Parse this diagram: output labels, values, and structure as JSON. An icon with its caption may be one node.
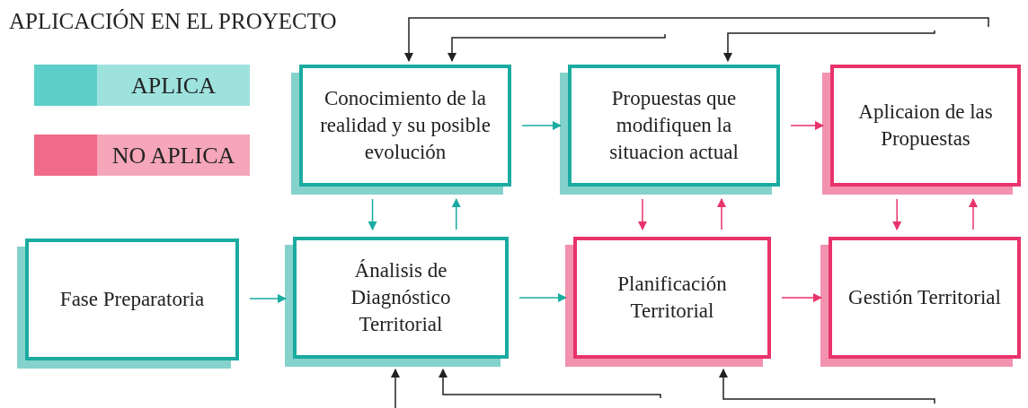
{
  "diagram": {
    "title": "APLICACIÓN EN EL PROYECTO",
    "nodes": [
      {
        "text": [
          "Conocimiento de la realidad y su posible evolución"
        ]
      },
      {
        "text": [
          "Propuestas que modifiquen la situacion actual"
        ]
      },
      {
        "text": [
          "Aplicaion de las Propuestas"
        ]
      },
      {
        "text": [
          "Fase Preparatoria"
        ]
      },
      {
        "text": [
          "Ánalisis de Diagnóstico Territorial"
        ]
      },
      {
        "text": [
          "Planificación Territorial"
        ]
      },
      {
        "text": [
          "Gestión Territorial"
        ]
      }
    ],
    "edges": [
      {
        "from": null,
        "to": 0,
        "arrow": "to",
        "color": "#222222"
      },
      {
        "from": null,
        "to": 0,
        "arrow": "to",
        "color": "#222222"
      },
      {
        "from": null,
        "to": 1,
        "arrow": "to",
        "color": "#222222"
      },
      {
        "from": 0,
        "to": 1,
        "arrow": "to",
        "color": "#1aaba0"
      },
      {
        "from": 1,
        "to": 2,
        "arrow": "to",
        "color": "#e8336b"
      },
      {
        "from": 0,
        "to": 4,
        "arrow": "to",
        "color": "#1aaba0"
      },
      {
        "from": 4,
        "to": 0,
        "arrow": "to",
        "color": "#1aaba0"
      },
      {
        "from": 1,
        "to": 5,
        "arrow": "to",
        "color": "#e8336b"
      },
      {
        "from": 5,
        "to": 1,
        "arrow": "to",
        "color": "#e8336b"
      },
      {
        "from": 2,
        "to": 6,
        "arrow": "to",
        "color": "#e8336b"
      },
      {
        "from": 6,
        "to": 2,
        "arrow": "to",
        "color": "#e8336b"
      },
      {
        "from": 3,
        "to": 4,
        "arrow": "to",
        "color": "#1aaba0"
      },
      {
        "from": 4,
        "to": 5,
        "arrow": "to",
        "color": "#1aaba0"
      },
      {
        "from": 5,
        "to": 6,
        "arrow": "to",
        "color": "#e8336b"
      },
      {
        "from": null,
        "to": 4,
        "arrow": "to",
        "color": "#222222"
      },
      {
        "from": null,
        "to": 4,
        "arrow": "to",
        "color": "#222222"
      },
      {
        "from": null,
        "to": 5,
        "arrow": "to",
        "color": "#222222"
      }
    ],
    "legend": [
      {
        "text": "APLICA",
        "color": "#5ecfc8"
      },
      {
        "text": "NO APLICA",
        "color": "#f06a8a"
      }
    ]
  }
}
